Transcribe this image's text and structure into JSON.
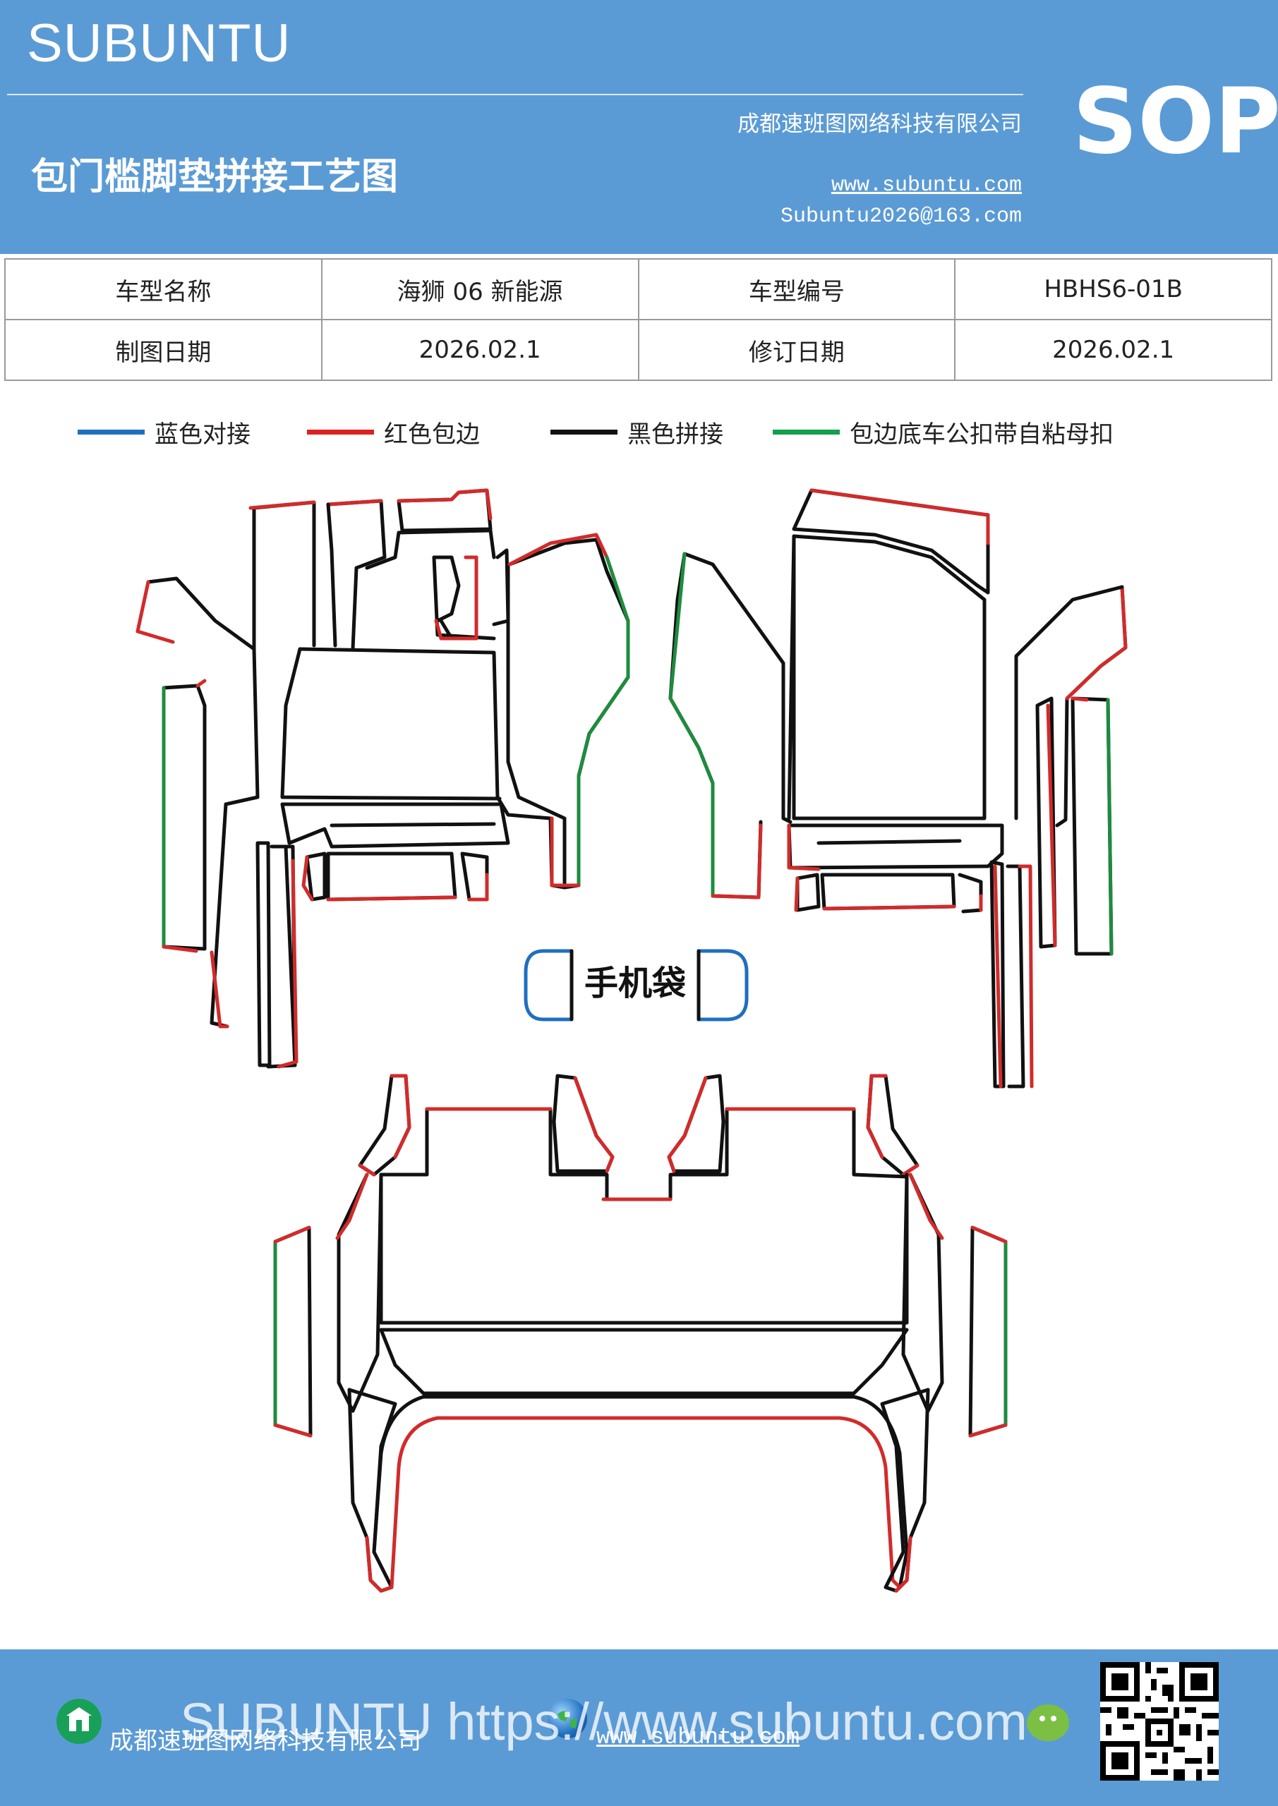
{
  "header": {
    "brand": "SUBUNTU",
    "title": "包门槛脚垫拼接工艺图",
    "company": "成都速班图网络科技有限公司",
    "website": "www.subuntu.com",
    "email": "Subuntu2026@163.com",
    "badge": "SOP"
  },
  "info_table": {
    "rows": [
      [
        "车型名称",
        "海狮 06 新能源",
        "车型编号",
        "HBHS6-01B"
      ],
      [
        "制图日期",
        "2026.02.1",
        "修订日期",
        "2026.02.1"
      ]
    ]
  },
  "legend": [
    {
      "label": "蓝色对接",
      "color": "#1f6fc0"
    },
    {
      "label": "红色包边",
      "color": "#e02020"
    },
    {
      "label": "黑色拼接",
      "color": "#111111"
    },
    {
      "label": "包边底车公扣带自粘母扣",
      "color": "#12a04a"
    }
  ],
  "diagram": {
    "phone_pouch_label": "手机袋"
  },
  "footer": {
    "watermark": "SUBUNTU https://www.subuntu.com",
    "company": "成都速班图网络科技有限公司",
    "website": "www.subuntu.com"
  },
  "colors": {
    "brand": "#5b9bd5",
    "blue": "#1f6fc0",
    "red": "#d12b2b",
    "black": "#111111",
    "green": "#1e8b3e"
  },
  "icons": [
    "building-icon",
    "globe-icon",
    "wechat-icon",
    "qr-code"
  ]
}
